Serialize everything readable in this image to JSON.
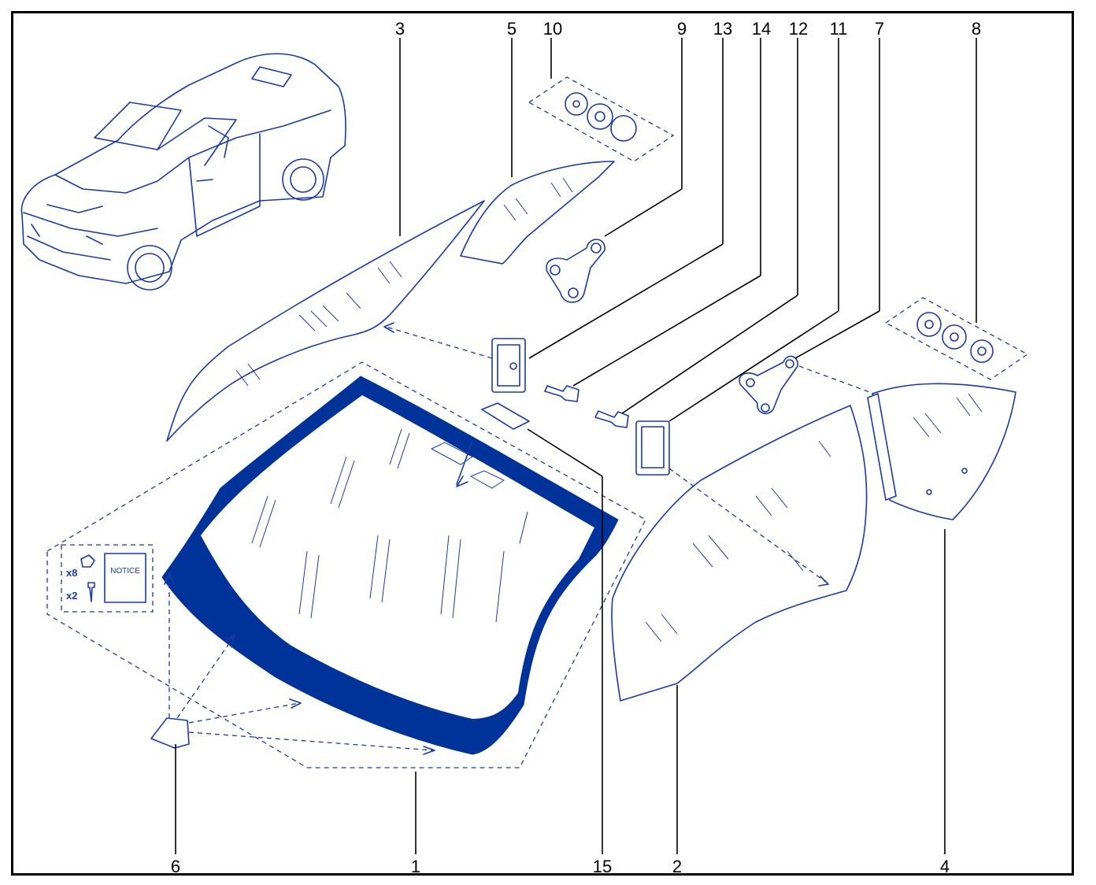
{
  "labels": {
    "l1": "1",
    "l2": "2",
    "l3": "3",
    "l4": "4",
    "l5": "5",
    "l6": "6",
    "l7": "7",
    "l8": "8",
    "l9": "9",
    "l10": "10",
    "l11": "11",
    "l12": "12",
    "l13": "13",
    "l14": "14",
    "l15": "15"
  },
  "kit": {
    "qty_clips": "x8",
    "qty_screws": "x2",
    "booklet": "NOTICE"
  },
  "colors": {
    "ink": "#1a3aa8",
    "band": "#003399",
    "labels": "#000000"
  }
}
